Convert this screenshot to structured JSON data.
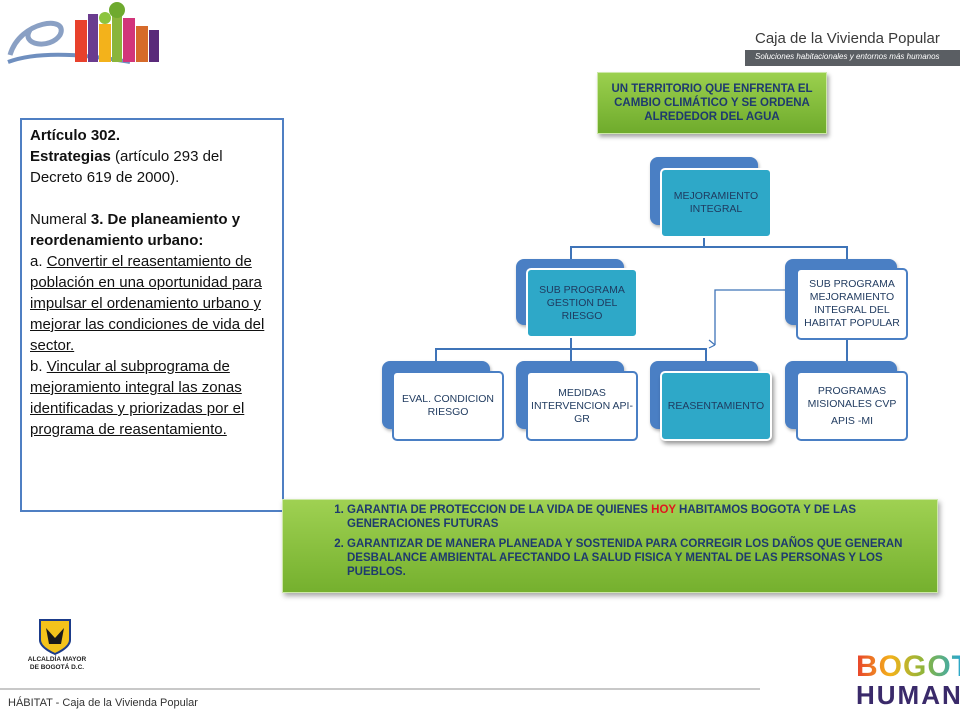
{
  "header": {
    "brand_title": "Caja de la Vivienda Popular",
    "brand_subtitle": "Soluciones habitacionales y entornos más humanos"
  },
  "callout_top": "UN TERRITORIO QUE ENFRENTA EL CAMBIO CLIMÁTICO Y SE ORDENA ALREDEDOR DEL AGUA",
  "article": {
    "heading": "Artículo 302.",
    "strategies_label": "Estrategias",
    "strategies_rest": " (artículo 293 del Decreto 619 de 2000).",
    "numeral_prefix": "Numeral ",
    "numeral_bold": "3. De planeamiento y reordenamiento urbano:",
    "item_a_prefix": "a. ",
    "item_a_text": "Convertir el reasentamiento de población en una oportunidad para impulsar el ordenamiento urbano y mejorar las condiciones de vida del sector.",
    "item_b_prefix": "b. ",
    "item_b_text": "Vincular al subprograma de mejoramiento integral las zonas identificadas y priorizadas por el programa de reasentamiento."
  },
  "org_chart": {
    "root": "MEJORAMIENTO INTEGRAL",
    "sub_left": "SUB PROGRAMA GESTION DEL RIESGO",
    "sub_right": "SUB PROGRAMA MEJORAMIENTO INTEGRAL DEL HABITAT POPULAR",
    "leaf_1": "EVAL. CONDICION RIESGO",
    "leaf_2": "MEDIDAS INTERVENCION API-GR",
    "leaf_3": "REASENTAMIENTO",
    "leaf_4_line1": "PROGRAMAS MISIONALES CVP",
    "leaf_4_line2": "APIS -MI"
  },
  "goals": {
    "item1_pre": "GARANTIA DE PROTECCION DE LA VIDA DE QUIENES ",
    "item1_highlight": "HOY",
    "item1_post": " HABITAMOS BOGOTA Y  DE LAS GENERACIONES FUTURAS",
    "item2": "GARANTIZAR DE MANERA PLANEADA Y SOSTENIDA PARA CORREGIR LOS DAÑOS QUE GENERAN DESBALANCE AMBIENTAL AFECTANDO LA SALUD FISICA Y MENTAL DE LAS PERSONAS Y LOS PUEBLOS."
  },
  "footer": {
    "text": "HÁBITAT - Caja de la Vivienda Popular",
    "mayor_line1": "ALCALDÍA MAYOR",
    "mayor_line2": "DE BOGOTÁ D.C.",
    "logo_top": "BOGOTÁ",
    "logo_bottom": "HUMANA"
  },
  "colors": {
    "green_box": "#8cc43e",
    "blue_node": "#4a7fc4",
    "teal_node": "#2ea8c8",
    "accent_red": "#e0181e",
    "border_blue": "#4f7fc3"
  }
}
